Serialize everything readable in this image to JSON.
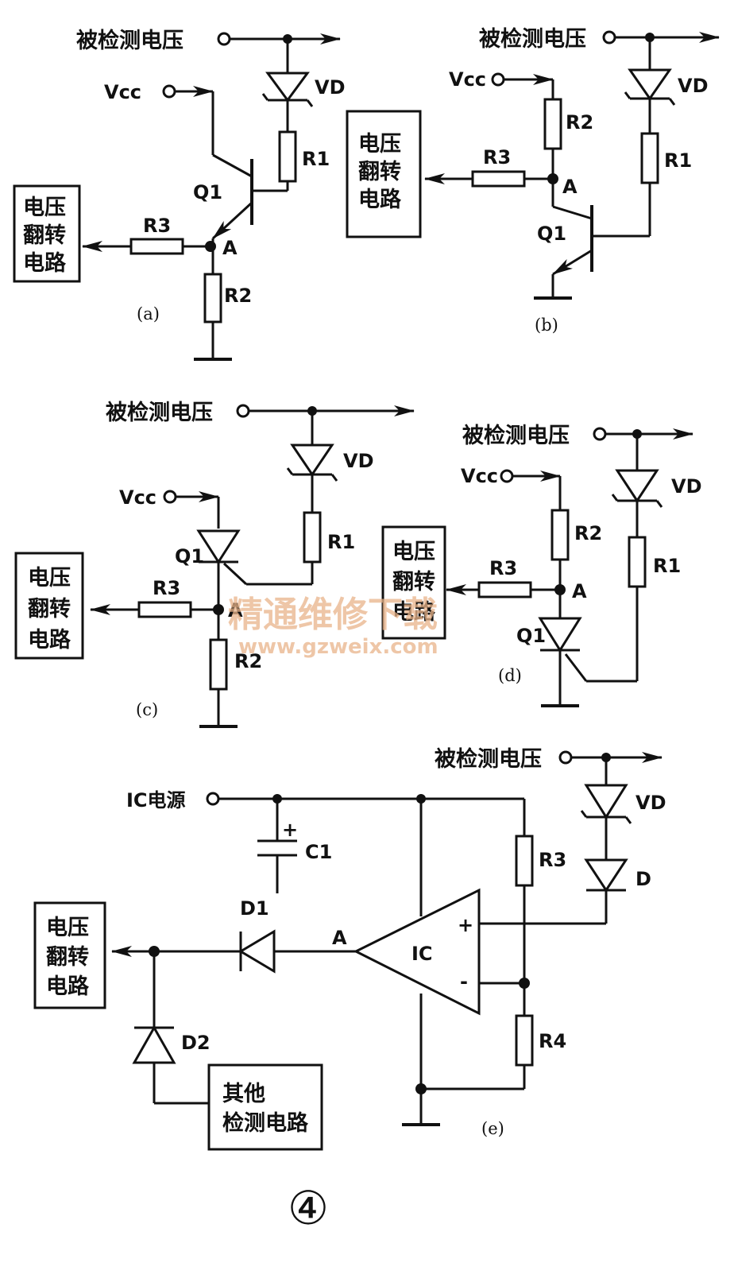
{
  "labels": {
    "detected_voltage": "被检测电压",
    "vcc": "Vcc",
    "vd": "VD",
    "r1": "R1",
    "r2": "R2",
    "r3": "R3",
    "r4": "R4",
    "q1": "Q1",
    "node_a": "A",
    "flip_line1": "电压",
    "flip_line2": "翻转",
    "flip_line3": "电路",
    "ic_power": "IC电源",
    "c1": "C1",
    "c1_plus": "+",
    "d": "D",
    "d1": "D1",
    "d2": "D2",
    "ic": "IC",
    "op_plus": "+",
    "op_minus": "-",
    "other_line1": "其他",
    "other_line2": "检测电路"
  },
  "captions": {
    "a": "(a)",
    "b": "(b)",
    "c": "(c)",
    "d": "(d)",
    "e": "(e)"
  },
  "figure_number": "④",
  "watermark": {
    "text": "精通维修下载",
    "url": "www.gzweix.com"
  },
  "colors": {
    "ink": "#111111",
    "watermark": "#e9b48a"
  }
}
